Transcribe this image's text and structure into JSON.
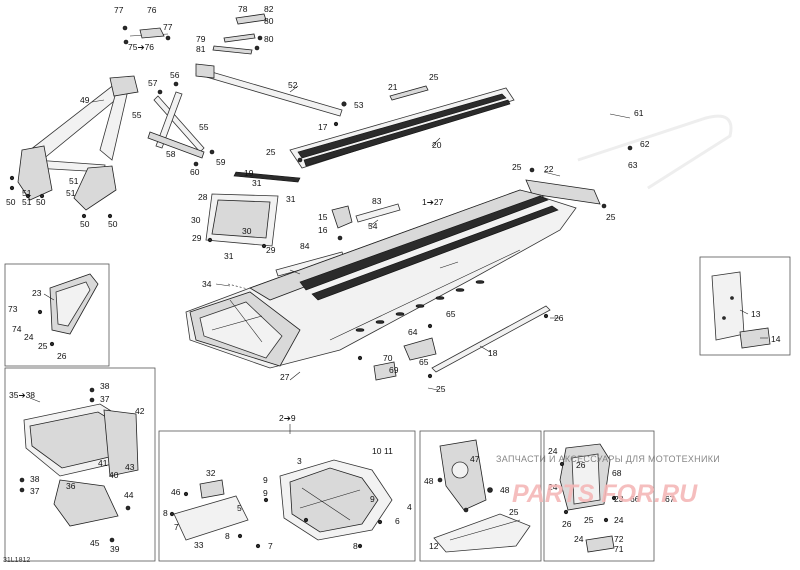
{
  "diagram_ref": "31L1812",
  "watermark": {
    "line1": "ЗАПЧАСТИ И АКСЕССУАРЫ ДЛЯ МОТОТЕХНИКИ",
    "line2": "PARTS FOR.RU"
  },
  "labels": {
    "l1": "1➔27",
    "l2": "2➔9",
    "l3": "3",
    "l4": "4",
    "l5": "5",
    "l6": "6",
    "l7": "7",
    "l8": "8",
    "l9": "9",
    "l10": "10",
    "l11": "11",
    "l12": "12",
    "l13": "13",
    "l14": "14",
    "l16": "16",
    "l15": "15",
    "l17": "17",
    "l18": "18",
    "l19": "19",
    "l20": "20",
    "l21": "21",
    "l22": "22",
    "l23": "23",
    "l24": "24",
    "l25": "25",
    "l26": "26",
    "l27": "27",
    "l28": "28",
    "l29": "29",
    "l30": "30",
    "l31": "31",
    "l32": "32",
    "l33": "33",
    "l34": "34",
    "l35": "35➔38",
    "l36": "36",
    "l37": "37",
    "l38": "38",
    "l39": "39",
    "l40": "40",
    "l41": "41",
    "l42": "42",
    "l43": "43",
    "l44": "44",
    "l45": "45",
    "l46": "46",
    "l47": "47",
    "l48": "48",
    "l49": "49",
    "l50": "50",
    "l51": "51",
    "l52": "52",
    "l53": "53",
    "l54": "54",
    "l55": "55",
    "l56": "56",
    "l57": "57",
    "l58": "58",
    "l59": "59",
    "l60": "60",
    "l61": "61",
    "l62": "62",
    "l63": "63",
    "l64": "64",
    "l65": "65",
    "l66": "66",
    "l67": "67",
    "l68": "68",
    "l69": "69",
    "l70": "70",
    "l71": "71",
    "l72": "72",
    "l73": "73",
    "l74": "74",
    "l75": "75➔76",
    "l76": "76",
    "l77": "77",
    "l78": "78",
    "l79": "79",
    "l80": "80",
    "l81": "81",
    "l82": "82",
    "l83": "83",
    "l84": "84"
  }
}
